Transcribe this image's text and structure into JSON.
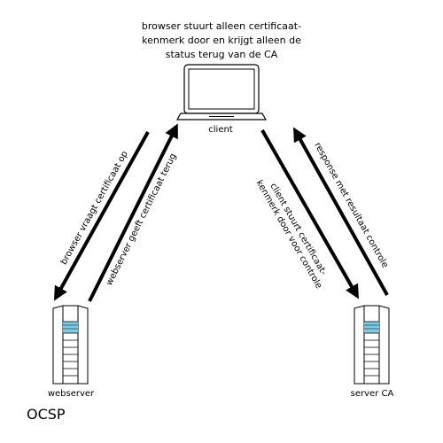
{
  "caption": {
    "line1": "browser stuurt alleen certificaat-",
    "line2": "kenmerk door en krijgt alleen de",
    "line3": "status terug van de CA"
  },
  "nodes": {
    "client": {
      "label": "client",
      "icon": "laptop-icon"
    },
    "webserver": {
      "label": "webserver",
      "icon": "server-icon"
    },
    "server_ca": {
      "label": "server CA",
      "icon": "server-icon"
    }
  },
  "arrows": {
    "vraagt": {
      "label": "browser vraagt certificaat op"
    },
    "geeft": {
      "label": "webserver geeft certificaat terug"
    },
    "stuurt": {
      "line1": "client stuurt certificaat-",
      "line2": "kenmerk door voor controle"
    },
    "response": {
      "label": "response met resultaat controle"
    }
  },
  "title": "OCSP",
  "colors": {
    "line": "#000000",
    "highlight": "#7ecbe4"
  }
}
